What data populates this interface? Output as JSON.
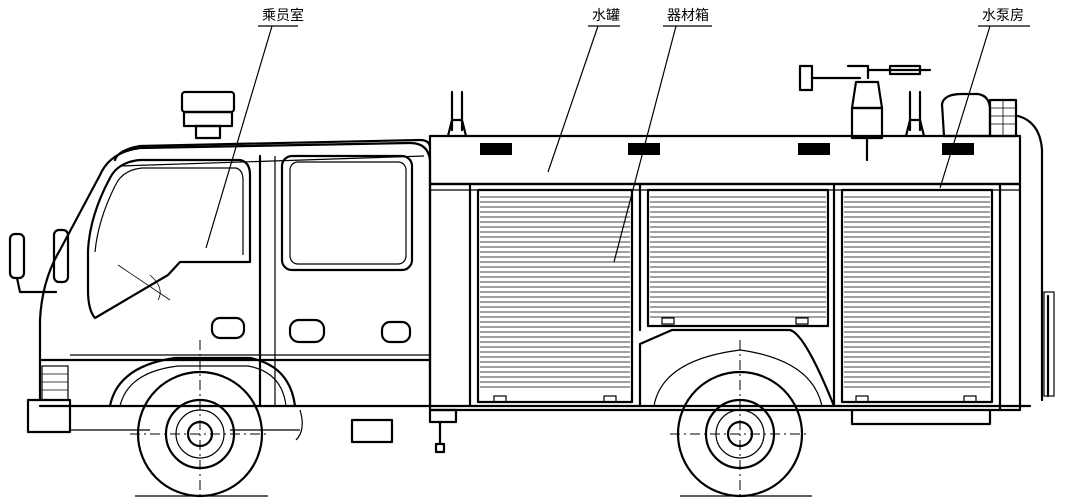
{
  "labels": {
    "crew_cab": "乘员室",
    "water_tank": "水罐",
    "equipment_box": "器材箱",
    "pump_room": "水泵房"
  },
  "colors": {
    "line": "#000000",
    "background": "#ffffff"
  }
}
